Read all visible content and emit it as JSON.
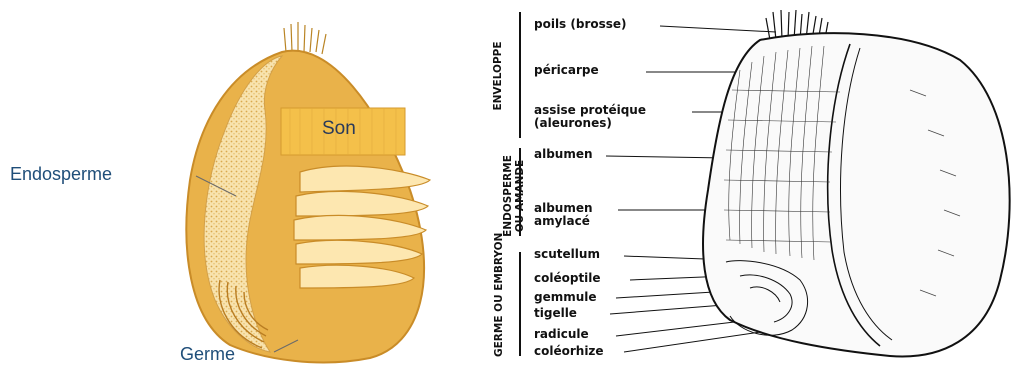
{
  "left": {
    "labels": {
      "son": "Son",
      "endosperme": "Endosperme",
      "germe": "Germe"
    },
    "colors": {
      "bran": "#e8b04a",
      "endosperm": "#f6dfa6",
      "background": "#ffffff"
    }
  },
  "right": {
    "sections": {
      "enveloppe": "ENVELOPPE",
      "endosperme": "ENDOSPERME OU AMANDE",
      "germe": "GERME OU EMBRYON"
    },
    "parts": {
      "poils": "poils (brosse)",
      "pericarpe": "péricarpe",
      "assise": "assise protéique (aleurones)",
      "albumen": "albumen",
      "albumen_amylace": "albumen amylacé",
      "scutellum": "scutellum",
      "coleoptile": "coléoptile",
      "gemmule": "gemmule",
      "tigelle": "tigelle",
      "radicule": "radicule",
      "coleorhize": "coléorhize"
    }
  }
}
